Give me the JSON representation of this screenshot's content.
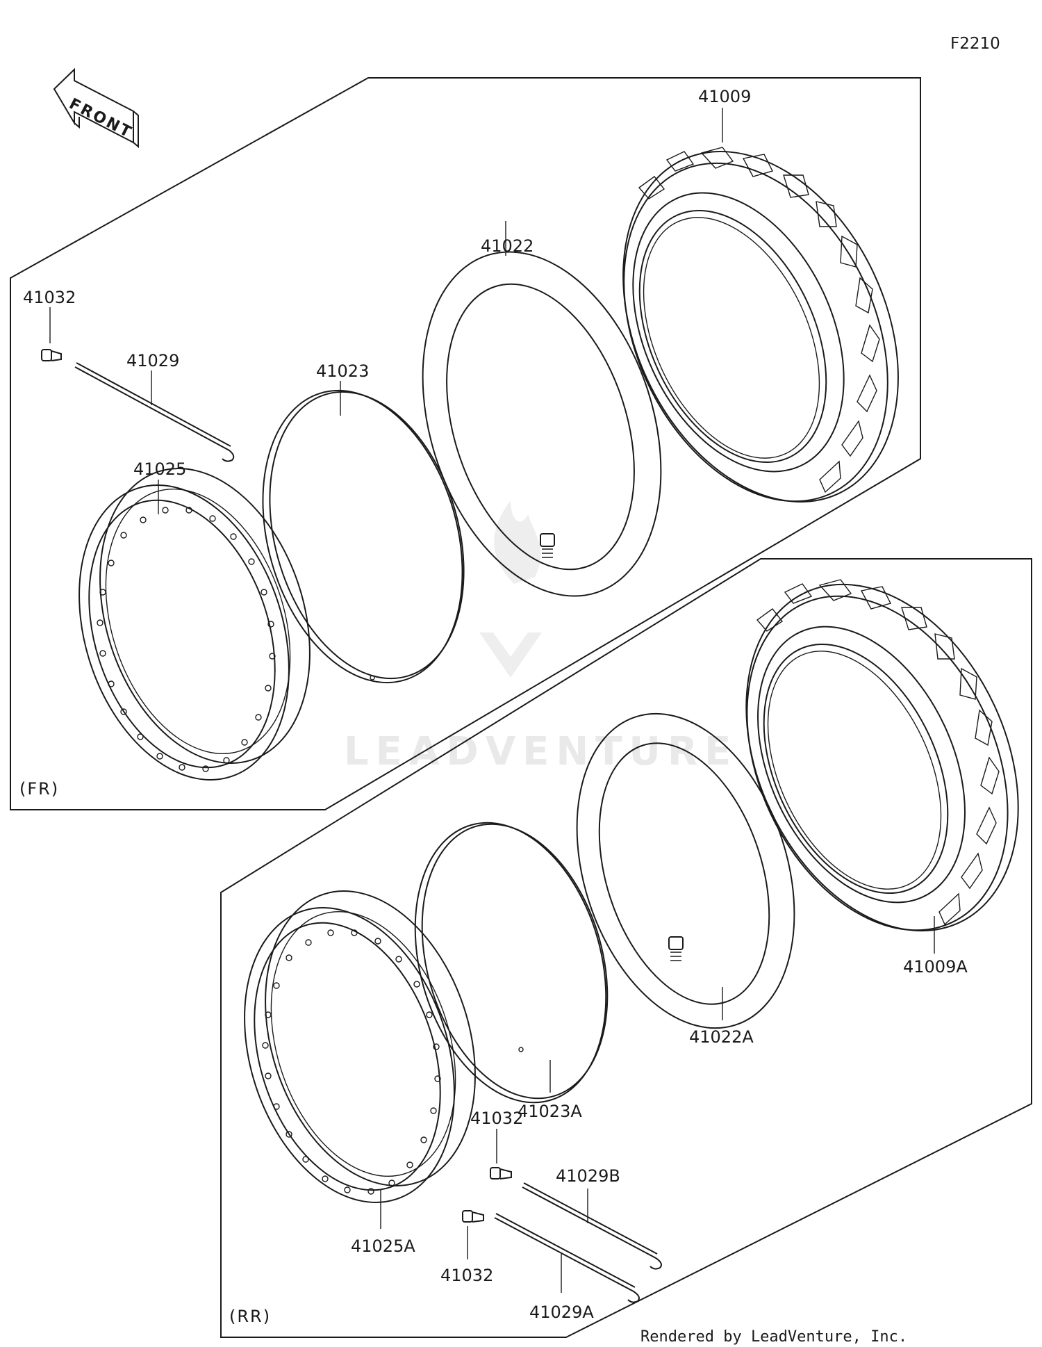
{
  "figure_code": "F2210",
  "front_marker": "FRONT",
  "credit": "Rendered by LeadVenture, Inc.",
  "watermark": "LEADVENTURE",
  "sections": [
    {
      "id": "front",
      "tag": "(FR)",
      "parts": [
        {
          "id": "tire",
          "number": "41009"
        },
        {
          "id": "tube",
          "number": "41022"
        },
        {
          "id": "rim-band",
          "number": "41023"
        },
        {
          "id": "rim",
          "number": "41025"
        },
        {
          "id": "spoke",
          "number": "41029"
        },
        {
          "id": "nipple",
          "number": "41032"
        }
      ]
    },
    {
      "id": "rear",
      "tag": "(RR)",
      "parts": [
        {
          "id": "tire",
          "number": "41009A"
        },
        {
          "id": "tube",
          "number": "41022A"
        },
        {
          "id": "rim-band",
          "number": "41023A"
        },
        {
          "id": "rim",
          "number": "41025A"
        },
        {
          "id": "spoke-b",
          "number": "41029B"
        },
        {
          "id": "spoke-a",
          "number": "41029A"
        },
        {
          "id": "nipple-upper",
          "number": "41032"
        },
        {
          "id": "nipple-lower",
          "number": "41032"
        }
      ]
    }
  ]
}
